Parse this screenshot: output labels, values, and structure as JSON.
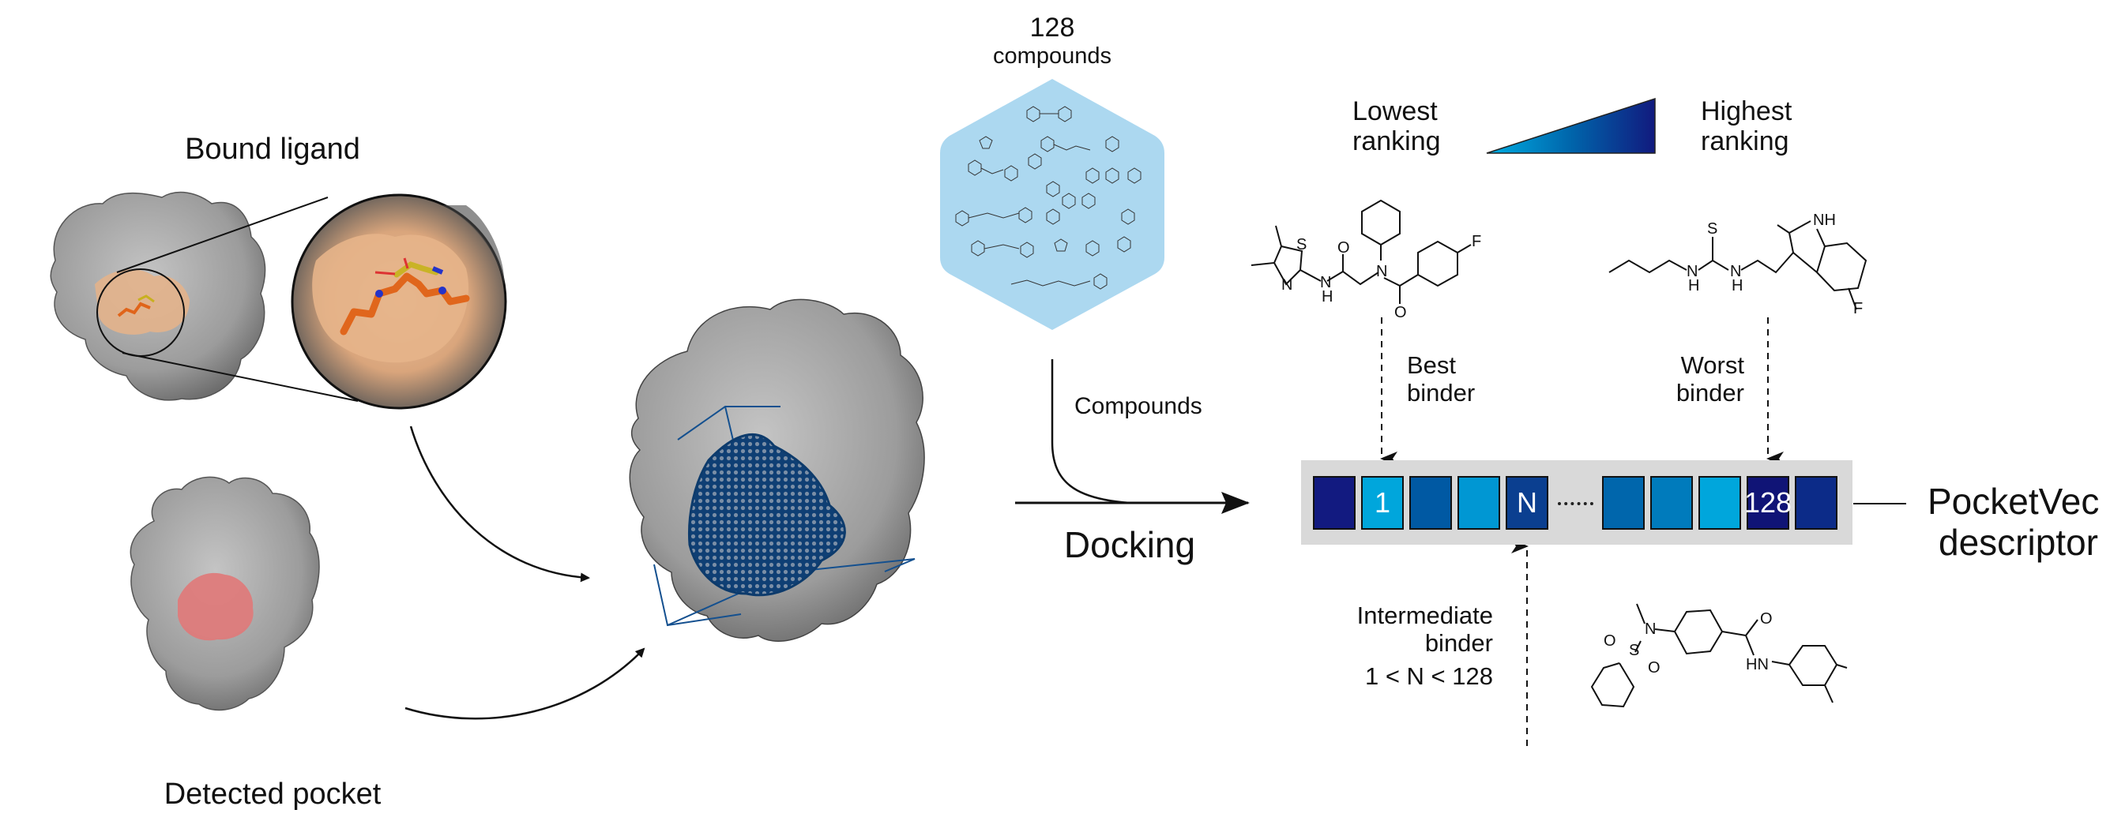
{
  "labels": {
    "bound_ligand": "Bound ligand",
    "detected_pocket": "Detected pocket",
    "compounds_count": "128",
    "compounds_word": "compounds",
    "compounds_arrow": "Compounds",
    "docking": "Docking",
    "lowest_ranking": [
      "Lowest",
      "ranking"
    ],
    "highest_ranking": [
      "Highest",
      "ranking"
    ],
    "best_binder": [
      "Best",
      "binder"
    ],
    "worst_binder": [
      "Worst",
      "binder"
    ],
    "intermediate_binder": [
      "Intermediate",
      "binder"
    ],
    "intermediate_range": "1 < N < 128",
    "descriptor": [
      "PocketVec",
      "descriptor"
    ]
  },
  "colors": {
    "protein_surface": "#9a9a9a",
    "ligand_site": "#e9b88f",
    "pocket_highlight": "#e07a7a",
    "grid_mesh": "#0d4f8f",
    "compound_library": "#acd8f0",
    "rank_low": "#00a9e0",
    "rank_high": "#101880",
    "vector_background": "#d9d9d9"
  },
  "descriptor_vector": {
    "cells": [
      {
        "label": "",
        "color": "#121a80"
      },
      {
        "label": "1",
        "color": "#00a6dc"
      },
      {
        "label": "",
        "color": "#0059a3"
      },
      {
        "label": "",
        "color": "#0097d3"
      },
      {
        "label": "N",
        "color": "#0b3f90"
      },
      {
        "label": "",
        "color": "#0066ac"
      },
      {
        "label": "",
        "color": "#007bbc"
      },
      {
        "label": "",
        "color": "#00a6dc"
      },
      {
        "label": "128",
        "color": "#101476"
      },
      {
        "label": "",
        "color": "#0c2b88"
      }
    ],
    "gap_after_index": 4
  },
  "molecules": {
    "best_binder": "N-(4,5-dimethylthiazol-2-yl)-2-[cyclohexyl(4-fluorobenzoyl)amino]acetamide",
    "worst_binder": "1-butyl-3-[2-(5-fluoro-2-methyl-1H-indol-3-yl)ethyl]thiourea",
    "intermediate_binder": "N-(3,4-dimethylphenyl)-4-[methyl(phenylsulfonyl)amino]benzamide"
  }
}
